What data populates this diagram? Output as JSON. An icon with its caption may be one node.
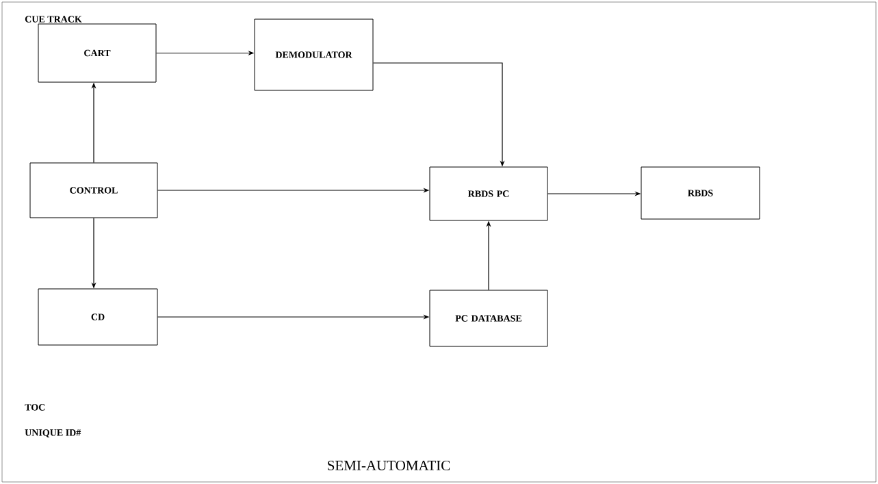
{
  "diagram": {
    "caption": "SEMI-AUTOMATIC",
    "nodes": [
      {
        "text": [
          "CART"
        ]
      },
      {
        "text": [
          "DEMODULATOR"
        ]
      },
      {
        "text": [
          "CONTROL"
        ]
      },
      {
        "text": [
          "RBDS PC"
        ]
      },
      {
        "text": [
          "RBDS"
        ]
      },
      {
        "text": [
          "CD"
        ]
      },
      {
        "text": [
          "PC DATABASE"
        ]
      }
    ],
    "edges": [
      {
        "from": 0,
        "to": 1,
        "arrow": "to"
      },
      {
        "from": 1,
        "to": 3,
        "arrow": "to"
      },
      {
        "from": 2,
        "to": 0,
        "arrow": "to"
      },
      {
        "from": 2,
        "to": 3,
        "arrow": "to"
      },
      {
        "from": 2,
        "to": 5,
        "arrow": "to"
      },
      {
        "from": 3,
        "to": 4,
        "arrow": "to"
      },
      {
        "from": 5,
        "to": 6,
        "arrow": "to"
      },
      {
        "from": 6,
        "to": 3,
        "arrow": "to"
      }
    ],
    "labels": [
      "CUE TRACK",
      "TOC",
      "UNIQUE ID#"
    ]
  }
}
